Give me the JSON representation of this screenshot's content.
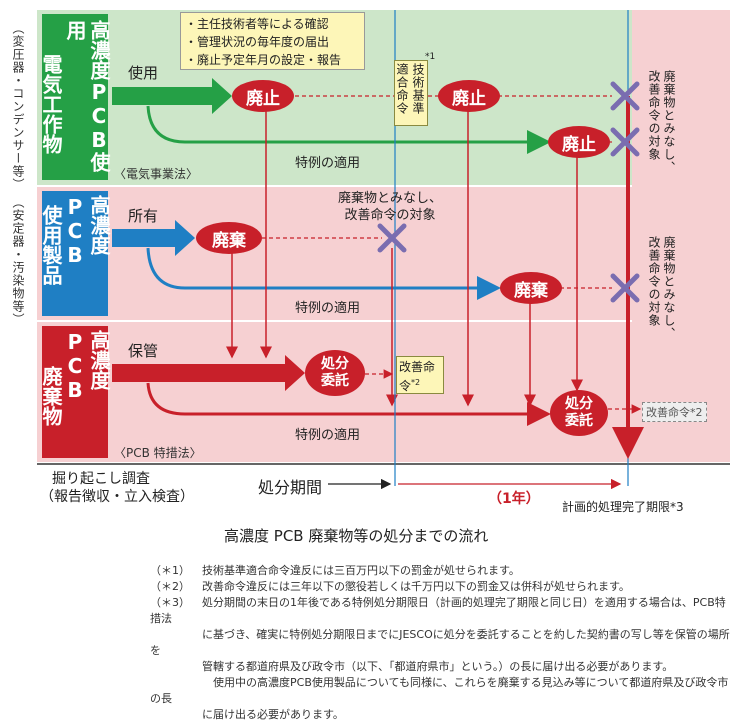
{
  "side_labels": {
    "top": "（変圧器・コンデンサー等）",
    "bottom": "（安定器・汚染物等）"
  },
  "categories": [
    {
      "col1": "電気工作物",
      "col2": "高濃度PCB使用"
    },
    {
      "col1": "使用製品",
      "col2": "高濃度PCB"
    },
    {
      "col1": "廃棄物",
      "col2": "高濃度PCB"
    }
  ],
  "bullets": [
    "・主任技術者等による確認",
    "・管理状況の毎年度の届出",
    "・廃止予定年月の設定・報告"
  ],
  "row_labels": {
    "use": "使用",
    "own": "所有",
    "store": "保管"
  },
  "special_case": "特例の適用",
  "laws": {
    "electric": "〈電気事業法〉",
    "pcb": "〈PCB 特措法〉"
  },
  "ellipses": {
    "haishi": "廃止",
    "haiki": "廃棄",
    "shobun_line1": "処分",
    "shobun_line2": "委託"
  },
  "tech_box": {
    "text": "技術基準適合命令",
    "note": "*1"
  },
  "kaizen_box": {
    "text": "改善命令",
    "note": "*2"
  },
  "kaizen_dashed": "改善命令*2",
  "deemed_waste_mid": {
    "line1": "廃棄物とみなし、",
    "line2": "改善命令の対象"
  },
  "deemed_waste_right": "廃棄物とみなし、改善命令の対象",
  "bottom_left": {
    "line1": "掘り起こし調査",
    "line2": "（報告徴収・立入検査）"
  },
  "period": "処分期間",
  "one_year": "（1年）",
  "deadline": "計画的処理完了期限*3",
  "title": "高濃度 PCB 廃棄物等の処分までの流れ",
  "notes": [
    {
      "mark": "（＊1）",
      "text": "技術基準適合命令違反には三百万円以下の罰金が処せられます。"
    },
    {
      "mark": "（＊2）",
      "text": "改善命令違反には三年以下の懲役若しくは千万円以下の罰金又は併科が処せられます。"
    },
    {
      "mark": "（＊3）",
      "text": "処分期間の末日の1年後である特例処分期限日（計画的処理完了期限と同じ日）を適用する場合は、PCB特措法"
    },
    {
      "mark": "",
      "text": "に基づき、確実に特例処分期限日までにJESCOに処分を委託することを約した契約書の写し等を保管の場所を"
    },
    {
      "mark": "",
      "text": "管轄する都道府県及び政令市（以下、「都道府県市」という。）の長に届け出る必要があります。"
    },
    {
      "mark": "",
      "text": "　使用中の高濃度PCB使用製品についても同様に、これらを廃棄する見込み等について都道府県及び政令市の長"
    },
    {
      "mark": "",
      "text": "に届け出る必要があります。"
    }
  ],
  "colors": {
    "green": "#cde6c9",
    "pink": "#f6d0d2",
    "red": "#c8202a",
    "blue": "#1f7fc4",
    "cat_green": "#25a046",
    "cat_blue": "#1f7fc4",
    "cat_red": "#c8202a"
  }
}
